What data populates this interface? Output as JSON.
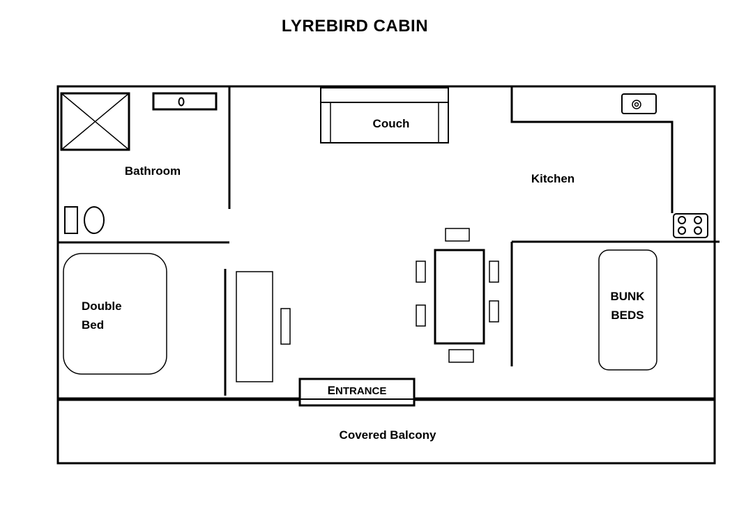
{
  "title": "LYREBIRD CABIN",
  "rooms": {
    "bathroom": "Bathroom",
    "couch": "Couch",
    "kitchen": "Kitchen",
    "double_bed_line1": "Double",
    "double_bed_line2": "Bed",
    "bunk_beds_line1": "BUNK",
    "bunk_beds_line2": "BEDS",
    "entrance_initial": "E",
    "entrance_rest": "NTRANCE",
    "balcony": "Covered Balcony"
  },
  "colors": {
    "line": "#000000",
    "background": "#ffffff"
  },
  "icons": [
    "shower-icon",
    "sink-icon",
    "toilet-icon",
    "kitchen-sink-icon",
    "stove-icon"
  ]
}
